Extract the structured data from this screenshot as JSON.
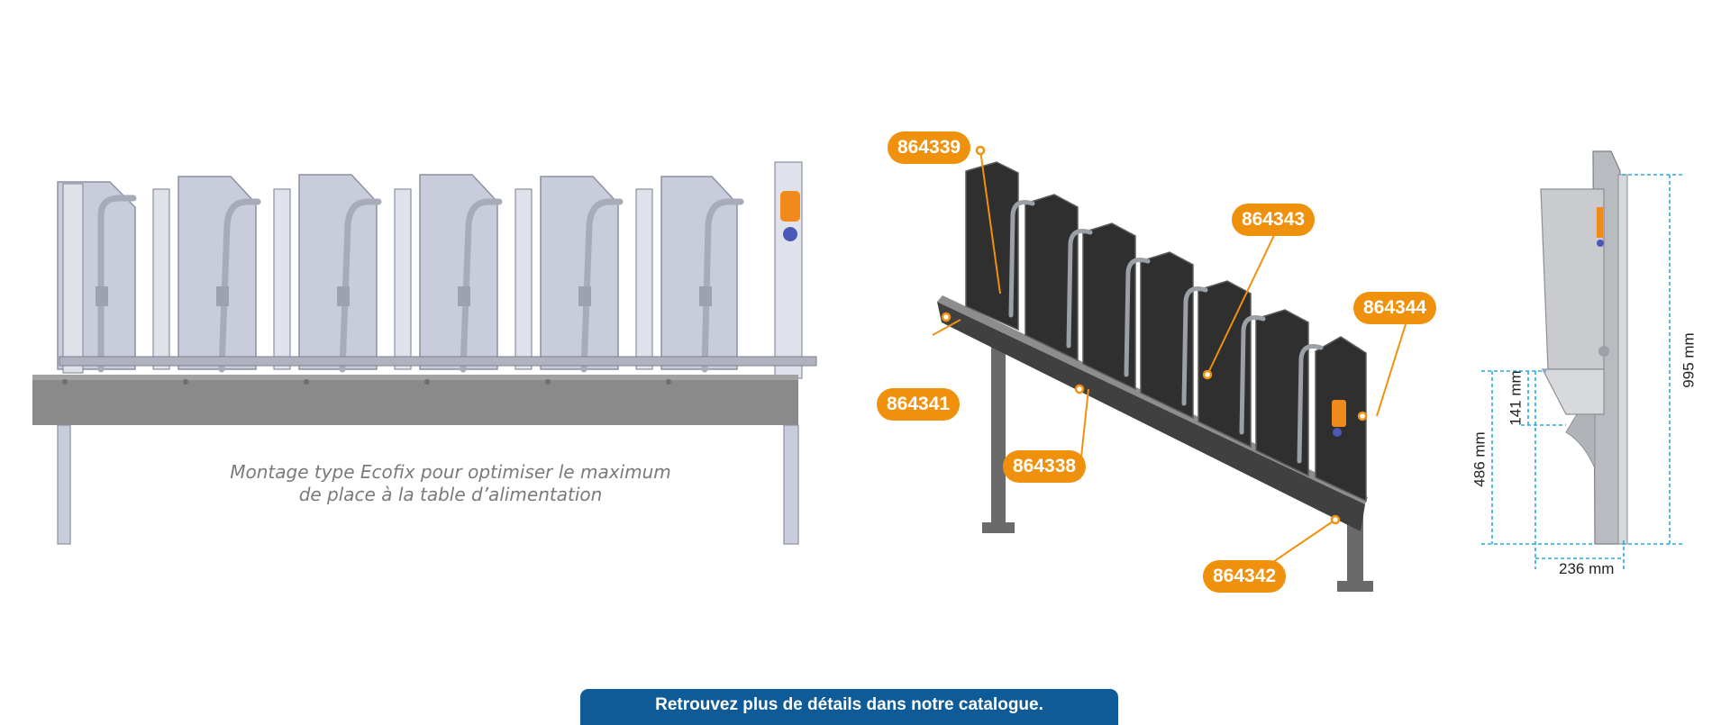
{
  "caption": {
    "line1": "Montage type Ecofix pour optimiser le maximum",
    "line2": "de place à la table d’alimentation"
  },
  "parts": [
    {
      "ref": "864339"
    },
    {
      "ref": "864343"
    },
    {
      "ref": "864344"
    },
    {
      "ref": "864341"
    },
    {
      "ref": "864338"
    },
    {
      "ref": "864342"
    }
  ],
  "dimensions": {
    "total_height": "995 mm",
    "trough_height": "141 mm",
    "base_height": "486 mm",
    "depth": "236 mm"
  },
  "cta": {
    "label": "Retrouvez plus de détails dans notre catalogue."
  },
  "colors": {
    "accent": "#f0910d",
    "dimension": "#2aa8df",
    "banner": "#0f5b97",
    "steel": "#b9bccb",
    "dark": "#3a3a3a"
  }
}
